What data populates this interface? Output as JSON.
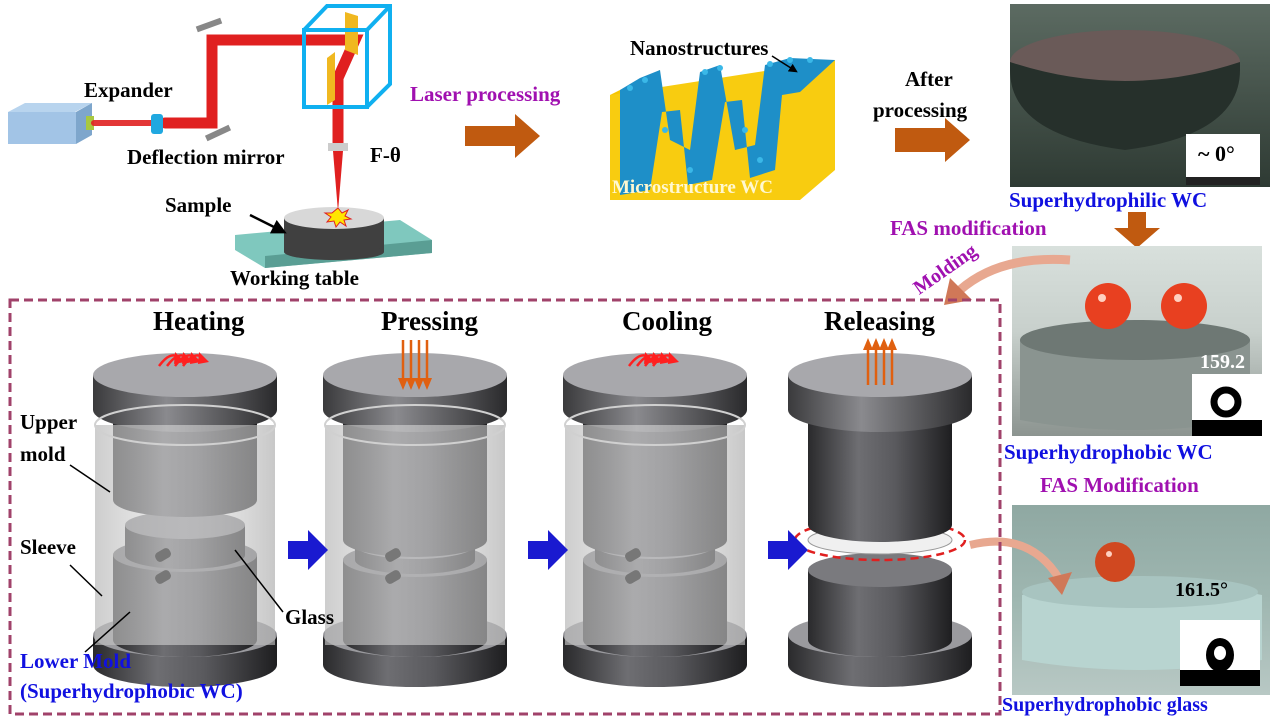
{
  "laser_setup": {
    "expander": "Expander",
    "deflection_mirror": "Deflection mirror",
    "f_theta": "F-θ",
    "sample": "Sample",
    "working_table": "Working table"
  },
  "laser_processing": "Laser processing",
  "microstructure": {
    "nanostructures": "Nanostructures",
    "microstructure_wc": "Microstructure WC"
  },
  "after_processing": [
    "After",
    "processing"
  ],
  "photos": {
    "superhydrophilic": {
      "angle": "~ 0°",
      "caption": "Superhydrophilic WC"
    },
    "superhydrophobic_wc": {
      "angle": "159.2",
      "caption": "Superhydrophobic WC",
      "subcaption": "FAS Modification"
    },
    "superhydrophobic_glass": {
      "angle": "161.5°",
      "caption": "Superhydrophobic glass"
    }
  },
  "fas_modification": "FAS  modification",
  "molding": "Molding",
  "steps": [
    "Heating",
    "Pressing",
    "Cooling",
    "Releasing"
  ],
  "mold_labels": {
    "upper_mold": [
      "Upper",
      "mold"
    ],
    "sleeve": "Sleeve",
    "glass": "Glass",
    "lower_mold": "Lower Mold",
    "lower_mold_sub": "(Superhydrophobic WC)"
  },
  "colors": {
    "beam": "#e02020",
    "arrow": "#c05a10",
    "blue_arrow": "#1a1ad0",
    "frame": "#a0426a",
    "purple": "#a010b0",
    "blue": "#1010e0"
  }
}
